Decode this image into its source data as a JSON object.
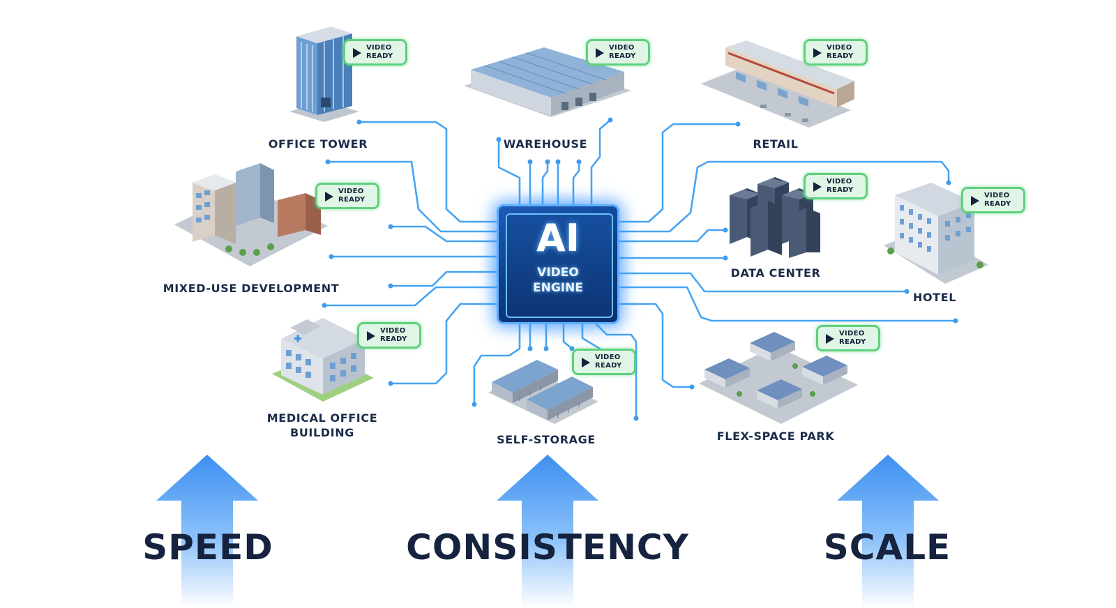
{
  "engine": {
    "title": "AI",
    "line1": "VIDEO",
    "line2": "ENGINE"
  },
  "badge": {
    "line1": "VIDEO",
    "line2": "READY"
  },
  "properties": {
    "office_tower": "OFFICE TOWER",
    "warehouse": "WAREHOUSE",
    "retail": "RETAIL",
    "mixed_use": "MIXED-USE DEVELOPMENT",
    "data_center": "DATA CENTER",
    "hotel": "HOTEL",
    "medical_line1": "MEDICAL OFFICE",
    "medical_line2": "BUILDING",
    "self_storage": "SELF-STORAGE",
    "flex_space": "FLEX-SPACE PARK"
  },
  "pillars": [
    "SPEED",
    "CONSISTENCY",
    "SCALE"
  ],
  "colors": {
    "accent": "#46a4f2",
    "chip": "#0e3c86",
    "badge_border": "#5fd07c",
    "text": "#15233f"
  }
}
